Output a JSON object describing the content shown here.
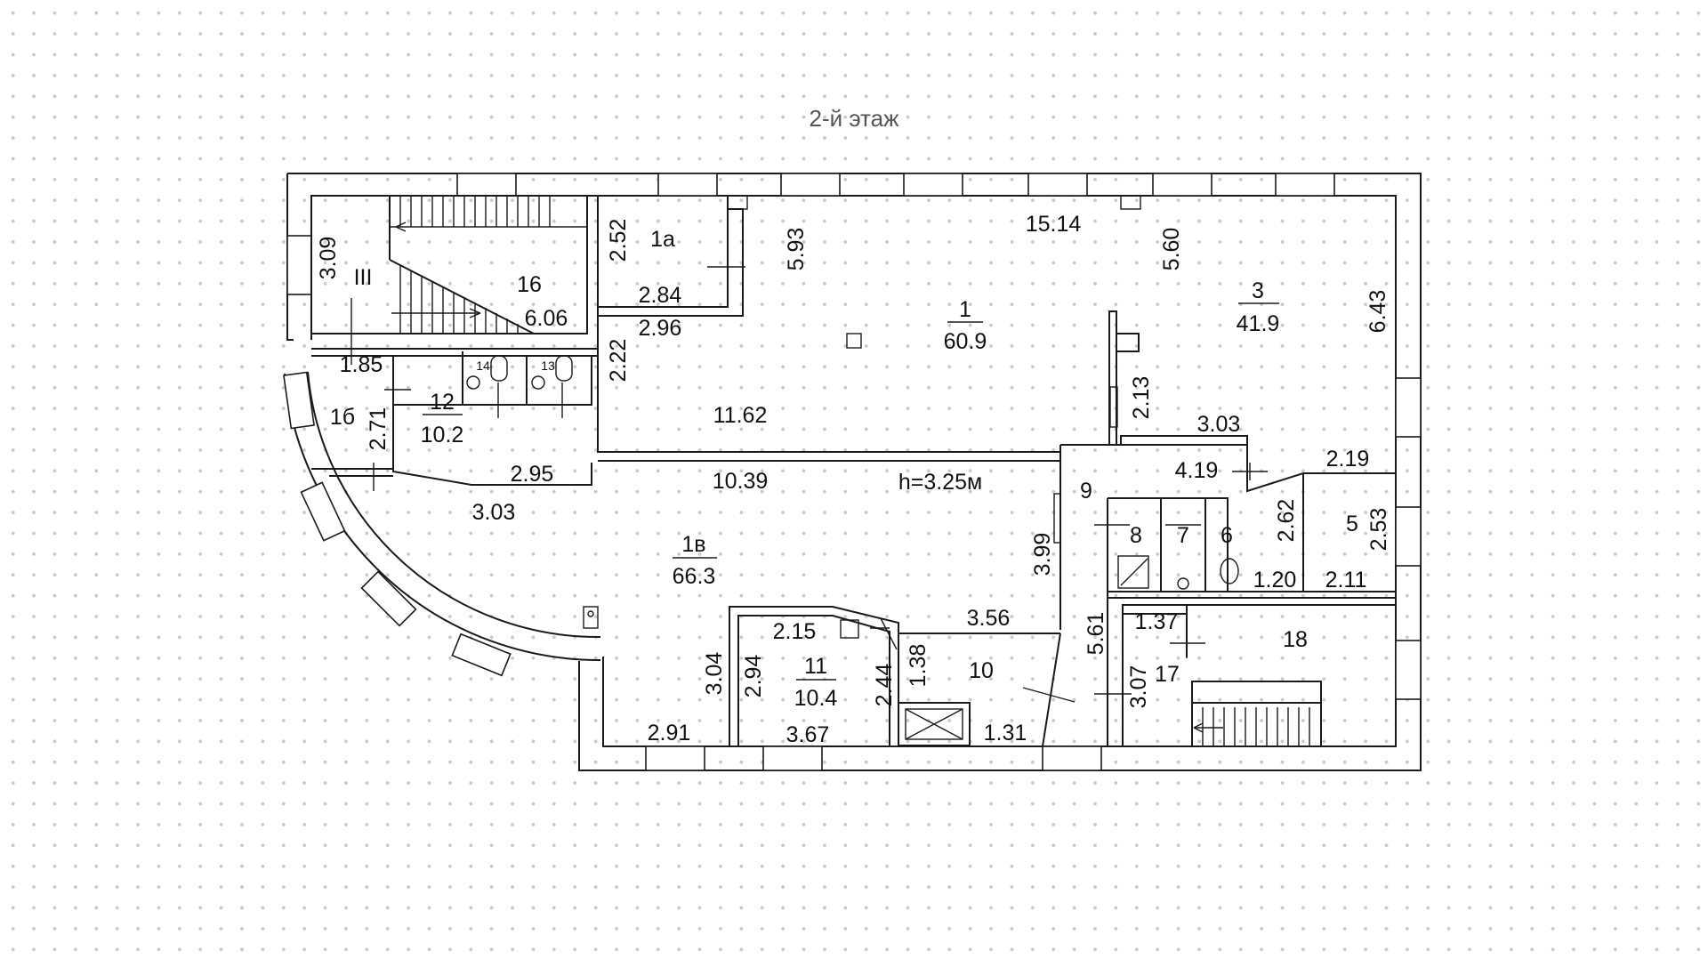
{
  "title": "2-й этаж",
  "rooms": {
    "r1": {
      "number": "1",
      "area": "60.9"
    },
    "r3": {
      "number": "3",
      "area": "41.9"
    },
    "r1v": {
      "number": "1в",
      "area": "66.3"
    },
    "r11": {
      "number": "11",
      "area": "10.4"
    },
    "r12": {
      "number": "12",
      "area": "10.2"
    },
    "r1a": {
      "number": "1а"
    },
    "r16": {
      "number": "16"
    },
    "r16b": {
      "number": "1б"
    },
    "rIII": {
      "number": "III"
    },
    "r9": {
      "number": "9"
    },
    "r8": {
      "number": "8"
    },
    "r7": {
      "number": "7"
    },
    "r6": {
      "number": "6"
    },
    "r5": {
      "number": "5"
    },
    "r10": {
      "number": "10"
    },
    "r17": {
      "number": "17"
    },
    "r18": {
      "number": "18"
    },
    "r14": {
      "number": "14"
    },
    "r13": {
      "number": "13"
    }
  },
  "ceiling_height": "h=3.25м",
  "dimensions": {
    "d_15_14": "15.14",
    "d_5_93": "5.93",
    "d_5_60": "5.60",
    "d_2_52": "2.52",
    "d_2_84": "2.84",
    "d_2_96": "2.96",
    "d_3_09": "3.09",
    "d_6_06": "6.06",
    "d_6_43": "6.43",
    "d_1_85": "1.85",
    "d_2_71": "2.71",
    "d_2_22": "2.22",
    "d_11_62": "11.62",
    "d_2_13": "2.13",
    "d_3_03_a": "3.03",
    "d_4_19": "4.19",
    "d_2_19": "2.19",
    "d_2_95": "2.95",
    "d_10_39": "10.39",
    "d_3_03_b": "3.03",
    "d_2_62": "2.62",
    "d_2_53": "2.53",
    "d_3_99": "3.99",
    "d_1_20": "1.20",
    "d_2_11": "2.11",
    "d_2_15": "2.15",
    "d_3_56": "3.56",
    "d_5_61": "5.61",
    "d_1_37": "1.37",
    "d_3_04": "3.04",
    "d_2_94": "2.94",
    "d_2_44": "2.44",
    "d_1_38": "1.38",
    "d_3_07": "3.07",
    "d_2_91": "2.91",
    "d_3_67": "3.67",
    "d_1_31": "1.31"
  }
}
